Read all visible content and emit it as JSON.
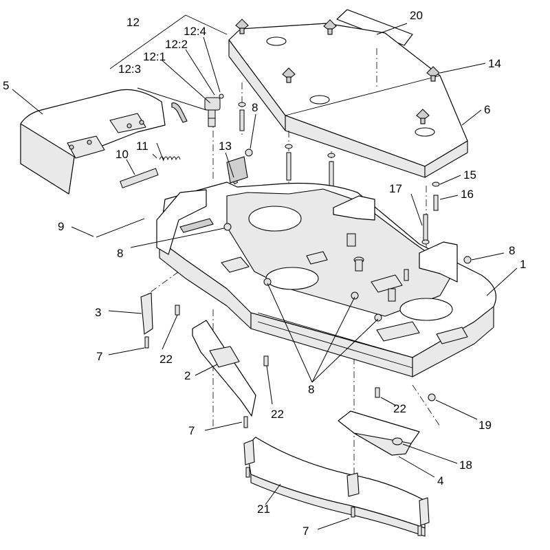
{
  "callouts": {
    "c1": "1",
    "c2": "2",
    "c3": "3",
    "c4": "4",
    "c5": "5",
    "c6": "6",
    "c7a": "7",
    "c7b": "7",
    "c7c": "7",
    "c8a": "8",
    "c8b": "8",
    "c8c": "8",
    "c8d": "8",
    "c9": "9",
    "c10": "10",
    "c11": "11",
    "c12": "12",
    "c12_1": "12:1",
    "c12_2": "12:2",
    "c12_3": "12:3",
    "c12_4": "12:4",
    "c13": "13",
    "c14": "14",
    "c15": "15",
    "c16": "16",
    "c17": "17",
    "c18": "18",
    "c19": "19",
    "c20": "20",
    "c21": "21",
    "c22a": "22",
    "c22b": "22",
    "c22c": "22"
  }
}
